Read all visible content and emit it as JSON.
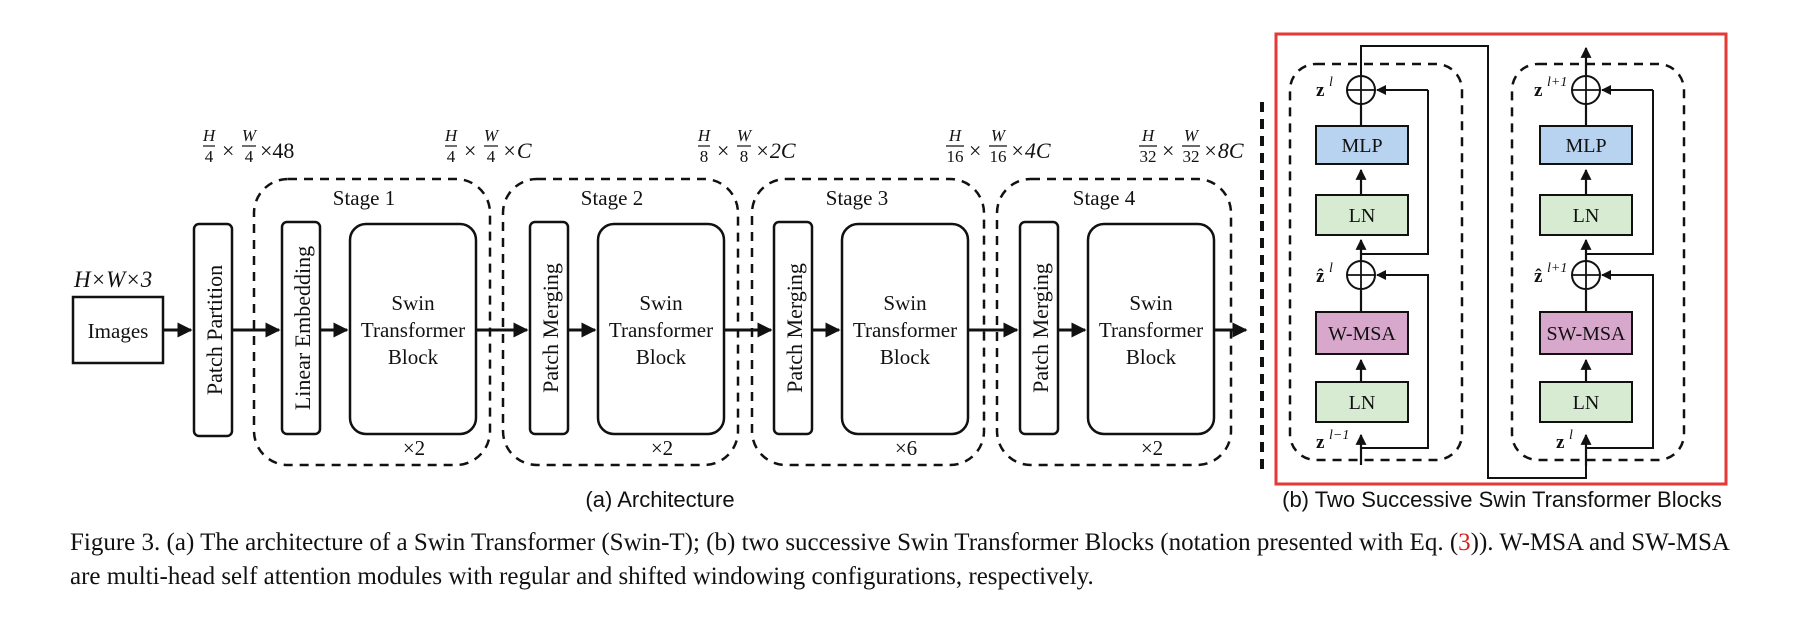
{
  "input_dims": "H×W×3",
  "images_label": "Images",
  "patch_partition": "Patch Partition",
  "dims": {
    "d0_num": "H",
    "d0_den": "4",
    "d0_num2": "W",
    "d0_den2": "4",
    "d0_rest": "×48",
    "d1_num": "H",
    "d1_den": "4",
    "d1_num2": "W",
    "d1_den2": "4",
    "d1_rest": "×C",
    "d2_num": "H",
    "d2_den": "8",
    "d2_num2": "W",
    "d2_den2": "8",
    "d2_rest": "×2C",
    "d3_num": "H",
    "d3_den": "16",
    "d3_num2": "W",
    "d3_den2": "16",
    "d3_rest": "×4C",
    "d4_num": "H",
    "d4_den": "32",
    "d4_num2": "W",
    "d4_den2": "32",
    "d4_rest": "×8C",
    "times": "×"
  },
  "stages": [
    {
      "title": "Stage 1",
      "first": "Linear Embedding",
      "repeat": "×2"
    },
    {
      "title": "Stage 2",
      "first": "Patch Merging",
      "repeat": "×2"
    },
    {
      "title": "Stage 3",
      "first": "Patch Merging",
      "repeat": "×6"
    },
    {
      "title": "Stage 4",
      "first": "Patch Merging",
      "repeat": "×2"
    }
  ],
  "swin_block": {
    "l1": "Swin",
    "l2": "Transformer",
    "l3": "Block"
  },
  "caption_a": "(a) Architecture",
  "caption_b": "(b) Two Successive Swin Transformer Blocks",
  "block_a": {
    "mlp": "MLP",
    "ln_top": "LN",
    "msa": "W-MSA",
    "ln_bot": "LN",
    "z_out": "z",
    "z_out_sup": "l",
    "z_hat": "ẑ",
    "z_hat_sup": "l",
    "z_in": "z",
    "z_in_sup": "l−1"
  },
  "block_b": {
    "mlp": "MLP",
    "ln_top": "LN",
    "msa": "SW-MSA",
    "ln_bot": "LN",
    "z_out": "z",
    "z_out_sup": "l+1",
    "z_hat": "ẑ",
    "z_hat_sup": "l+1",
    "z_in": "z",
    "z_in_sup": "l"
  },
  "colors": {
    "mlp": "#b8d3ef",
    "ln": "#d6ebd2",
    "msa": "#d8a8cc",
    "frame": "#e53935"
  },
  "figure_caption": {
    "part1": "Figure 3. (a) The architecture of a Swin Transformer (Swin-T); (b) two successive Swin Transformer Blocks (notation presented with Eq. (",
    "ref": "3",
    "part2": ")). W-MSA and SW-MSA are multi-head self attention modules with regular and shifted windowing configurations, respectively."
  }
}
